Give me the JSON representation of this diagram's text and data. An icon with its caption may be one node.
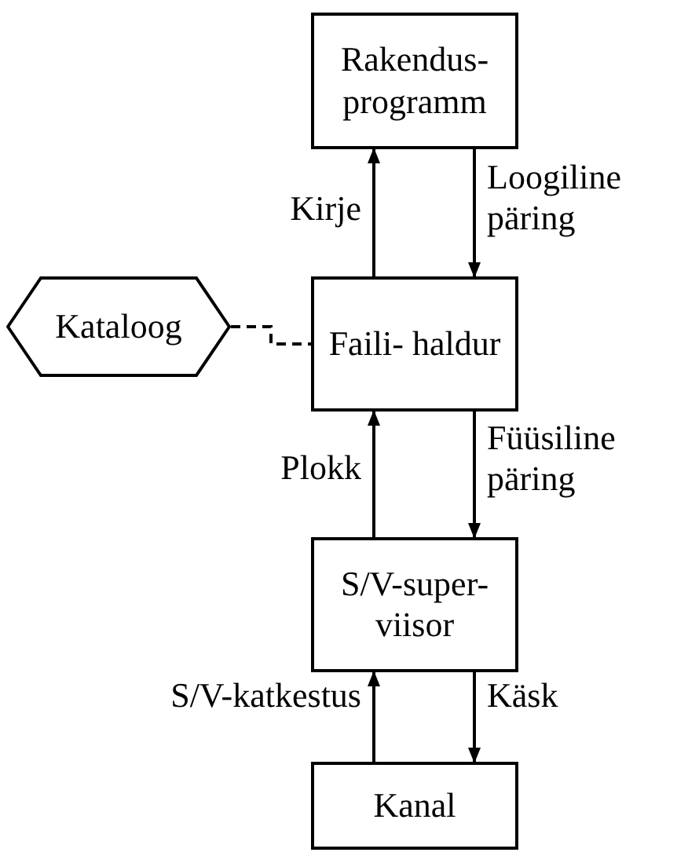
{
  "diagram": {
    "nodes": [
      {
        "text": [
          "Rakendus- programm"
        ]
      },
      {
        "text": [
          "Kataloog"
        ]
      },
      {
        "text": [
          "Faili- haldur"
        ]
      },
      {
        "text": [
          "S/V-super- viisor"
        ]
      },
      {
        "text": [
          "Kanal"
        ]
      }
    ],
    "edges": [
      {
        "from": 2,
        "to": 0,
        "arrow": "to",
        "label": "Kirje"
      },
      {
        "from": 0,
        "to": 2,
        "arrow": "to",
        "label": "Loogiline päring"
      },
      {
        "from": 1,
        "to": 2,
        "arrow": "none",
        "style": "dashed"
      },
      {
        "from": 3,
        "to": 2,
        "arrow": "to",
        "label": "Plokk"
      },
      {
        "from": 2,
        "to": 3,
        "arrow": "to",
        "label": "Füüsiline päring"
      },
      {
        "from": 4,
        "to": 3,
        "arrow": "to",
        "label": "S/V-katkestus"
      },
      {
        "from": 3,
        "to": 4,
        "arrow": "to",
        "label": "Käsk"
      }
    ]
  }
}
